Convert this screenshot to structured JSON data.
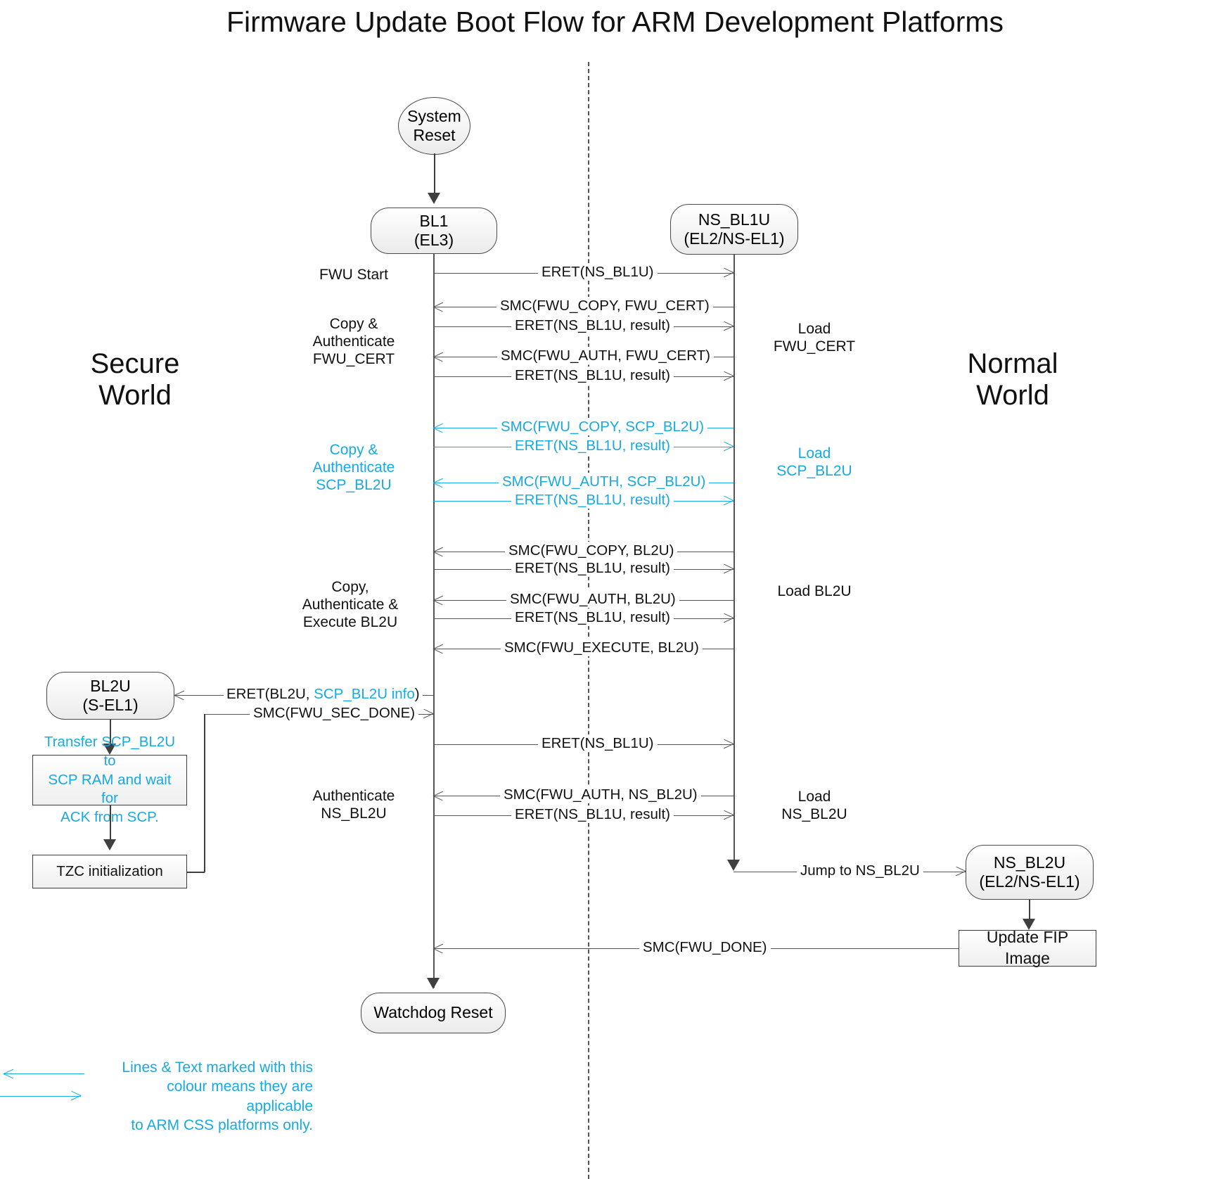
{
  "title": "Firmware Update Boot Flow for ARM Development Platforms",
  "accent_cyan": "#17A9E4",
  "line_color": "#555555",
  "worlds": {
    "left_line1": "Secure",
    "left_line2": "World",
    "right_line1": "Normal",
    "right_line2": "World"
  },
  "nodes": {
    "system_reset": {
      "l1": "System",
      "l2": "Reset"
    },
    "bl1": {
      "l1": "BL1",
      "l2": "(EL3)"
    },
    "ns_bl1u": {
      "l1": "NS_BL1U",
      "l2": "(EL2/NS-EL1)"
    },
    "bl2u": {
      "l1": "BL2U",
      "l2": "(S-EL1)"
    },
    "ns_bl2u": {
      "l1": "NS_BL2U",
      "l2": "(EL2/NS-EL1)"
    },
    "watchdog_reset": {
      "l1": "Watchdog Reset"
    },
    "update_fip": {
      "l1": "Update FIP Image"
    },
    "tzc_init": {
      "l1": "TZC initialization"
    },
    "transfer_note": {
      "l1": "Transfer SCP_BL2U to",
      "l2": "SCP RAM and wait for",
      "l3": "ACK from SCP."
    }
  },
  "messages": [
    {
      "id": "m1",
      "label": "ERET(NS_BL1U)",
      "dir": "right",
      "color": "black"
    },
    {
      "id": "m2",
      "label": "SMC(FWU_COPY, FWU_CERT)",
      "dir": "left",
      "color": "black"
    },
    {
      "id": "m3",
      "label": "ERET(NS_BL1U, result)",
      "dir": "right",
      "color": "black"
    },
    {
      "id": "m4",
      "label": "SMC(FWU_AUTH, FWU_CERT)",
      "dir": "left",
      "color": "black"
    },
    {
      "id": "m5",
      "label": "ERET(NS_BL1U, result)",
      "dir": "right",
      "color": "black"
    },
    {
      "id": "m6",
      "label": "SMC(FWU_COPY, SCP_BL2U)",
      "dir": "left",
      "color": "cyan"
    },
    {
      "id": "m7",
      "label": "ERET(NS_BL1U, result)",
      "dir": "right",
      "color": "cyan"
    },
    {
      "id": "m8",
      "label": "SMC(FWU_AUTH, SCP_BL2U)",
      "dir": "left",
      "color": "cyan"
    },
    {
      "id": "m9",
      "label": "ERET(NS_BL1U, result)",
      "dir": "right",
      "color": "cyan"
    },
    {
      "id": "m10",
      "label": "SMC(FWU_COPY, BL2U)",
      "dir": "left",
      "color": "black"
    },
    {
      "id": "m11",
      "label": "ERET(NS_BL1U, result)",
      "dir": "right",
      "color": "black"
    },
    {
      "id": "m12",
      "label": "SMC(FWU_AUTH, BL2U)",
      "dir": "left",
      "color": "black"
    },
    {
      "id": "m13",
      "label": "ERET(NS_BL1U, result)",
      "dir": "right",
      "color": "black"
    },
    {
      "id": "m14",
      "label": "SMC(FWU_EXECUTE, BL2U)",
      "dir": "left",
      "color": "black"
    },
    {
      "id": "m15",
      "label_a": "ERET(BL2U, ",
      "label_b": "SCP_BL2U info",
      "label_c": ")",
      "dir": "left",
      "color": "mixed"
    },
    {
      "id": "m16",
      "label": "SMC(FWU_SEC_DONE)",
      "dir": "right",
      "color": "black"
    },
    {
      "id": "m17",
      "label": "ERET(NS_BL1U)",
      "dir": "right",
      "color": "black"
    },
    {
      "id": "m18",
      "label": "SMC(FWU_AUTH, NS_BL2U)",
      "dir": "left",
      "color": "black"
    },
    {
      "id": "m19",
      "label": "ERET(NS_BL1U, result)",
      "dir": "right",
      "color": "black"
    },
    {
      "id": "m20",
      "label": "Jump to NS_BL2U",
      "dir": "right",
      "color": "black"
    },
    {
      "id": "m21",
      "label": "SMC(FWU_DONE)",
      "dir": "left",
      "color": "black"
    }
  ],
  "left_annotations": [
    {
      "id": "a1",
      "lines": [
        "FWU Start"
      ],
      "color": "black"
    },
    {
      "id": "a2",
      "lines": [
        "Copy &",
        "Authenticate",
        "FWU_CERT"
      ],
      "color": "black"
    },
    {
      "id": "a3",
      "lines": [
        "Copy &",
        "Authenticate",
        "SCP_BL2U"
      ],
      "color": "cyan"
    },
    {
      "id": "a4",
      "lines": [
        "Copy,",
        "Authenticate &",
        "Execute BL2U"
      ],
      "color": "black"
    },
    {
      "id": "a5",
      "lines": [
        "Authenticate",
        "NS_BL2U"
      ],
      "color": "black"
    }
  ],
  "right_annotations": [
    {
      "id": "b1",
      "lines": [
        "Load",
        "FWU_CERT"
      ],
      "color": "black"
    },
    {
      "id": "b2",
      "lines": [
        "Load",
        "SCP_BL2U"
      ],
      "color": "cyan"
    },
    {
      "id": "b3",
      "lines": [
        "Load BL2U"
      ],
      "color": "black"
    },
    {
      "id": "b4",
      "lines": [
        "Load",
        "NS_BL2U"
      ],
      "color": "black"
    }
  ],
  "legend": {
    "line1": "Lines & Text marked with this",
    "line2": "colour means they are applicable",
    "line3": "to ARM CSS platforms only."
  }
}
